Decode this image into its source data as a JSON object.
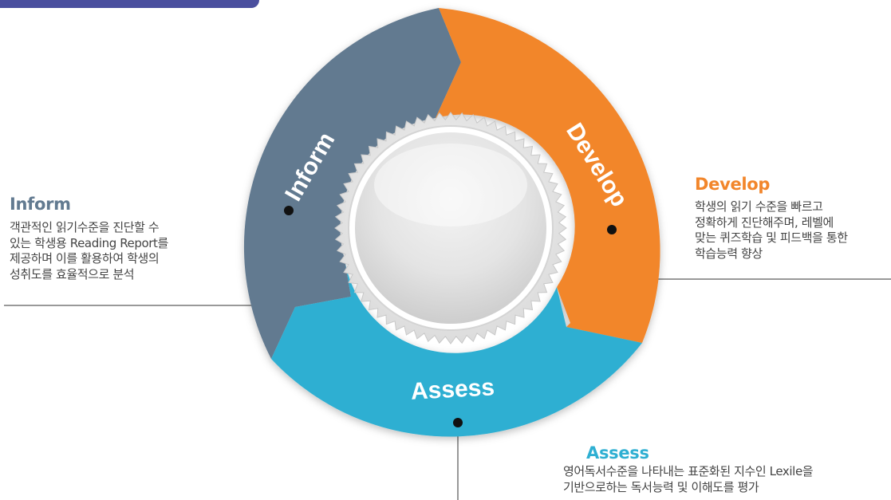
{
  "colors": {
    "inform": "#627a90",
    "develop": "#f2862b",
    "assess": "#2eafd2",
    "header": "#4a4f9e"
  },
  "segments": {
    "inform": "Inform",
    "develop": "Develop",
    "assess": "Assess"
  },
  "inform": {
    "title": "Inform",
    "lines": [
      "객관적인 읽기수준을 진단할 수",
      "있는 학생용  Reading Report를",
      "제공하며 이를 활용하여 학생의",
      "성취도를 효율적으로 분석"
    ]
  },
  "develop": {
    "title": "Develop",
    "lines": [
      "학생의 읽기 수준을 빠르고",
      "정확하게 진단해주며, 레벨에",
      "맞는 퀴즈학습 및 피드백을 통한",
      "학습능력 향상"
    ]
  },
  "assess": {
    "title": "Assess",
    "lines": [
      "영어독서수준을 나타내는 표준화된 지수인  Lexile을",
      "기반으로하는 독서능력 및 이해도를 평가"
    ]
  }
}
